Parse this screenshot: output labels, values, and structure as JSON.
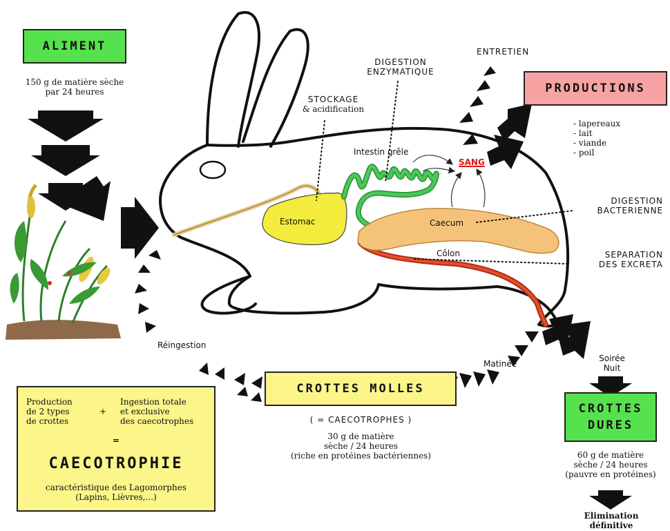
{
  "boxes": {
    "aliment": "ALIMENT",
    "productions": "PRODUCTIONS",
    "crottes_molles": "CROTTES MOLLES",
    "crottes_dures_l1": "CROTTES",
    "crottes_dures_l2": "DURES"
  },
  "aliment_info": [
    "150 g de matière sèche",
    "par 24 heures"
  ],
  "productions_list": [
    "- lapereaux",
    "- lait",
    "- viande",
    "- poil"
  ],
  "labels": {
    "entretien": "ENTRETIEN",
    "digestion_enzymatique_l1": "DIGESTION",
    "digestion_enzymatique_l2": "ENZYMATIQUE",
    "stockage_l1": "STOCKAGE",
    "stockage_l2": "& acidification",
    "intestin": "Intestin grêle",
    "sang": "SANG",
    "estomac": "Estomac",
    "caecum": "Caecum",
    "colon": "Côlon",
    "digestion_bacterienne_l1": "DIGESTION",
    "digestion_bacterienne_l2": "BACTERIENNE",
    "separation_l1": "SEPARATION",
    "separation_l2": "DES EXCRETA",
    "reingestion": "Réingestion",
    "matinee": "Matinée",
    "soiree_l1": "Soirée",
    "soiree_l2": "Nuit"
  },
  "caecotrophes": {
    "eq": "( = CAECOTROPHES )",
    "l1": "30 g de matière",
    "l2": "sèche / 24 heures",
    "l3": "(riche en protéines bactériennes)"
  },
  "dures_info": {
    "l1": "60 g de matière",
    "l2": "sèche / 24 heures",
    "l3": "(pauvre en protéines)"
  },
  "elimination": [
    "Elimination",
    "définitive"
  ],
  "caecotrophie_box": {
    "left_l1": "Production",
    "left_l2": "de 2 types",
    "left_l3": "de crottes",
    "plus": "+",
    "right_l1": "Ingestion totale",
    "right_l2": "et exclusive",
    "right_l3": "des caecotrophes",
    "equals": "=",
    "title": "CAECOTROPHIE",
    "sub_l1": "caractéristique des Lagomorphes",
    "sub_l2": "(Lapins, Lièvres,...)"
  },
  "colors": {
    "green_box": "#56e24e",
    "pink_box": "#f7a3a3",
    "yellow_box": "#fbf58a",
    "stomach": "#f3ec3c",
    "caecum": "#f5c27a",
    "intestine": "#3cb54a",
    "colon": "#d93a1c",
    "sang": "#e01515"
  }
}
